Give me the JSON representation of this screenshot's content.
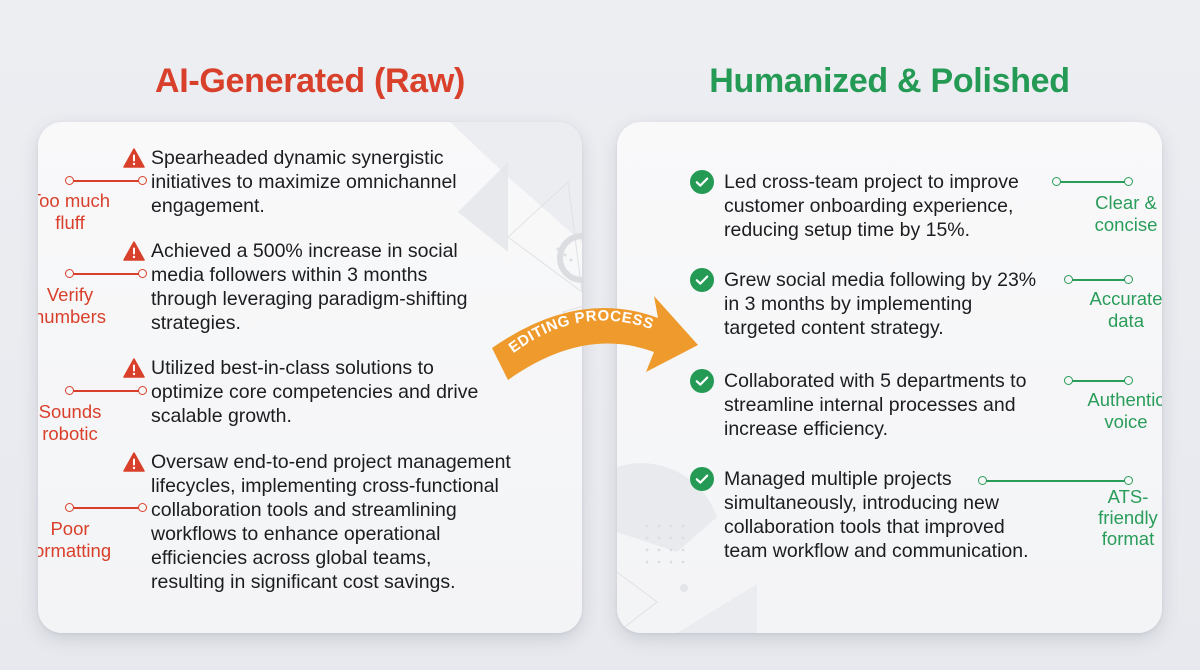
{
  "left_panel": {
    "title": "AI-Generated (Raw)",
    "accent_color": "#d9402b",
    "status_icon": "warning-triangle-icon",
    "items": [
      {
        "lines": [
          "Spearheaded dynamic synergistic",
          "initiatives to maximize omnichannel",
          "engagement."
        ],
        "annotation": [
          "Too much",
          "fluff"
        ]
      },
      {
        "lines": [
          "Achieved a 500% increase in social",
          "media followers within 3 months",
          "through leveraging paradigm-shifting",
          "strategies."
        ],
        "annotation": [
          "Verify",
          "numbers"
        ]
      },
      {
        "lines": [
          "Utilized best-in-class solutions to",
          "optimize core competencies and drive",
          "scalable growth."
        ],
        "annotation": [
          "Sounds",
          "robotic"
        ]
      },
      {
        "lines": [
          "Oversaw end-to-end project management",
          "lifecycles, implementing cross-functional",
          "collaboration tools and streamlining",
          "workflows to enhance operational",
          "efficiencies across global teams,",
          "resulting in significant cost savings."
        ],
        "annotation": [
          "Poor",
          "formatting"
        ]
      }
    ]
  },
  "arrow": {
    "label": "EDITING PROCESS",
    "color": "#ee9a2c",
    "icon": "curved-arrow-icon"
  },
  "right_panel": {
    "title": "Humanized & Polished",
    "accent_color": "#249a54",
    "status_icon": "check-circle-icon",
    "items": [
      {
        "lines": [
          "Led cross-team project to improve",
          "customer onboarding experience,",
          "reducing setup time by 15%."
        ],
        "annotation": [
          "Clear &",
          "concise"
        ]
      },
      {
        "lines": [
          "Grew social media following by 23%",
          "in 3 months by implementing",
          "targeted content strategy."
        ],
        "annotation": [
          "Accurate",
          "data"
        ]
      },
      {
        "lines": [
          "Collaborated with 5 departments to",
          "streamline internal processes and",
          "increase efficiency."
        ],
        "annotation": [
          "Authentic",
          "voice"
        ]
      },
      {
        "lines": [
          "Managed multiple projects",
          "simultaneously, introducing new",
          "collaboration tools that improved",
          "team workflow and communication."
        ],
        "annotation": [
          "ATS-",
          "friendly",
          "format"
        ]
      }
    ]
  }
}
